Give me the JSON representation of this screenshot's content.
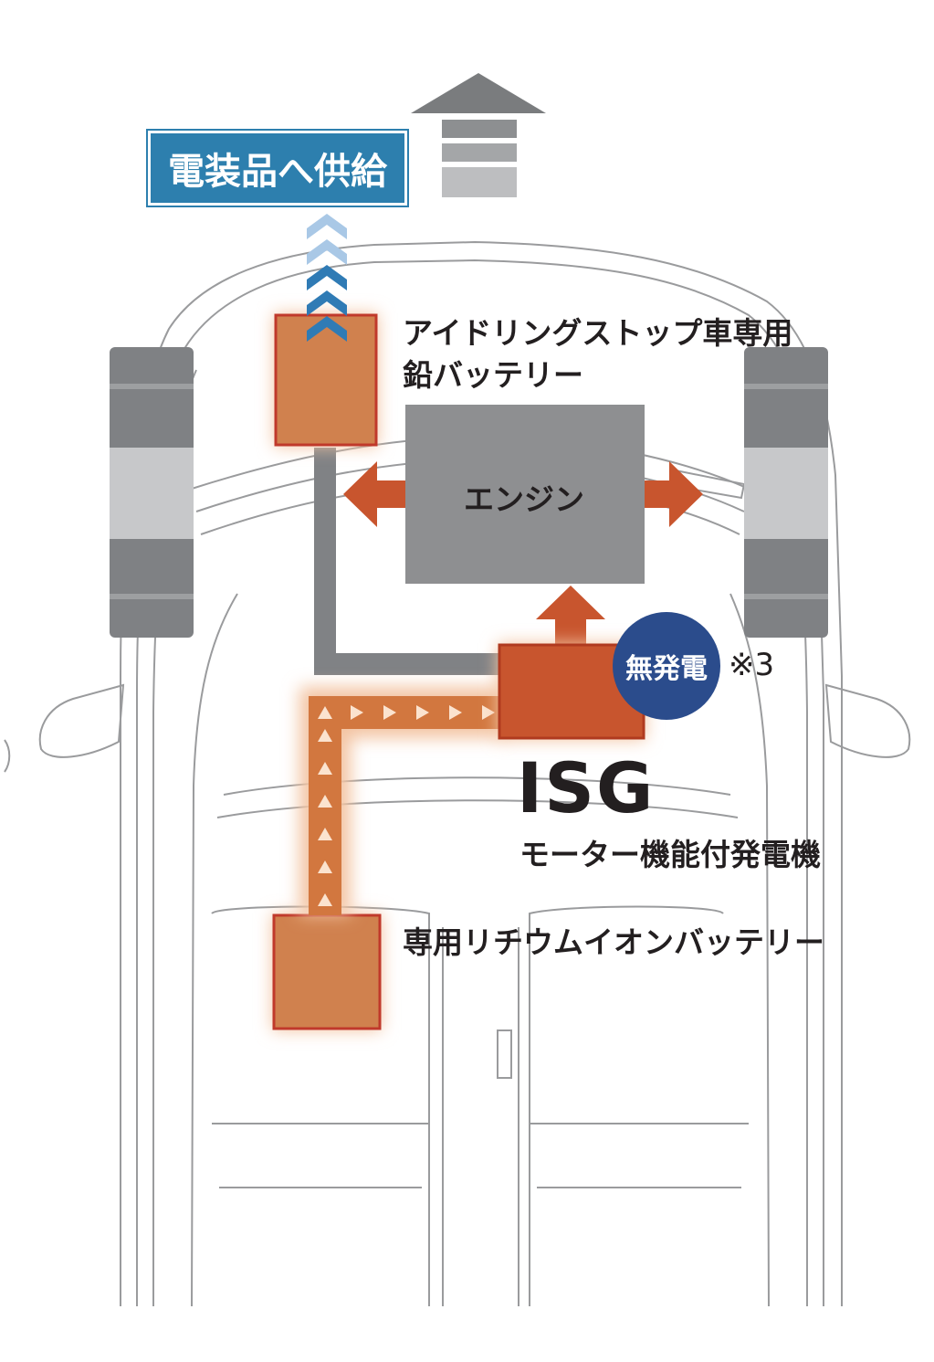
{
  "labels": {
    "supply": "電装品へ供給",
    "lead_battery_line1": "アイドリングストップ車専用",
    "lead_battery_line2": "鉛バッテリー",
    "engine": "エンジン",
    "no_generation": "無発電",
    "note": "※3",
    "isg": "ISG",
    "isg_desc": "モーター機能付発電機",
    "li_battery": "専用リチウムイオンバッテリー"
  },
  "colors": {
    "battery_fill": "#d0814e",
    "battery_border": "#c0392b",
    "glow": "#f3c4a3",
    "isg_fill": "#c8552e",
    "engine_fill": "#8e8f91",
    "arrow_red": "#c8552e",
    "connector_gray": "#808285",
    "supply_blue": "#2d7fae",
    "badge_navy": "#2b4c8c",
    "chevron_light": "#a9c8e6",
    "chevron_dark": "#2f7bb5",
    "outline": "#9a9b9d",
    "tire": "#7f8184",
    "forward_arrow": "#7a7c7e"
  }
}
